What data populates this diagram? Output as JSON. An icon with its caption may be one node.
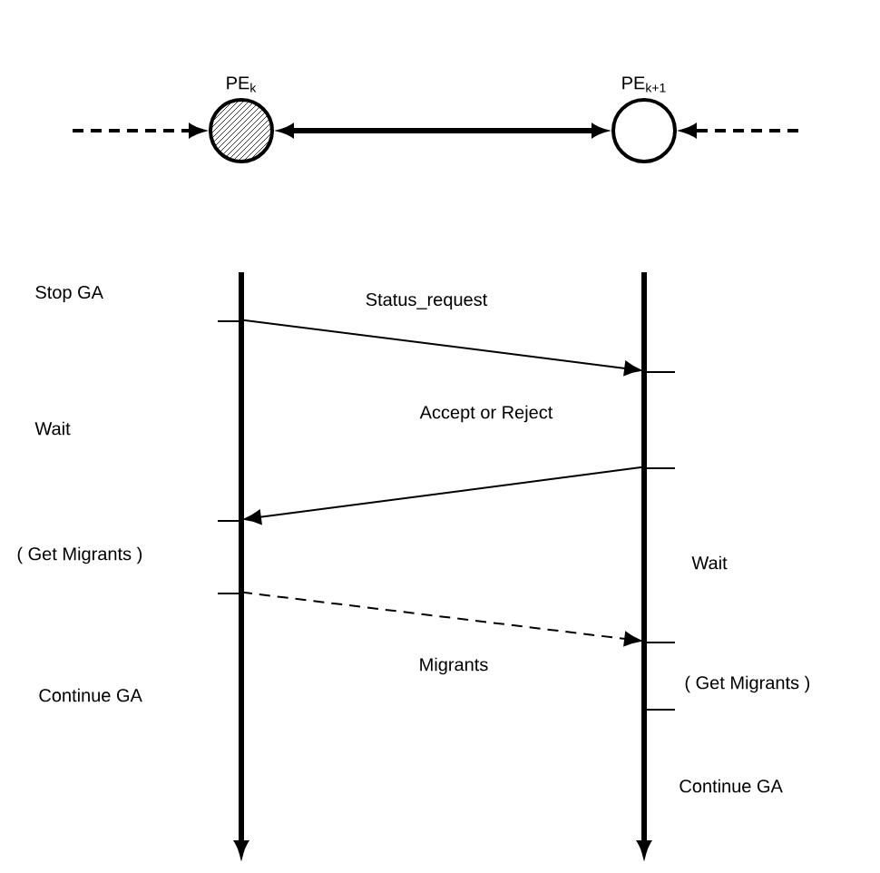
{
  "diagram": {
    "nodes": [
      {
        "text": [
          "PE$_{k}$"
        ]
      },
      {
        "text": [
          "PE$_{k+1}$"
        ]
      },
      {
        "text": [],
        "shape": "bar"
      },
      {
        "text": [],
        "shape": "bar"
      }
    ],
    "edges": [
      {
        "from": null,
        "to": 0,
        "arrow": "to",
        "style": "dashed"
      },
      {
        "from": null,
        "to": 1,
        "arrow": "to",
        "style": "dashed"
      },
      {
        "from": 0,
        "to": 1,
        "arrow": "both",
        "style": "thick"
      },
      {
        "from": 2,
        "to": 3,
        "arrow": "to",
        "label": "Status_request"
      },
      {
        "from": 3,
        "to": 2,
        "arrow": "to",
        "label": "Accept or Reject"
      },
      {
        "from": 2,
        "to": 3,
        "arrow": "to",
        "label": "Migrants",
        "style": "dashed"
      }
    ],
    "labels": [
      "Stop GA",
      "Wait",
      "( Get Migrants )",
      "Wait",
      "Continue GA",
      "( Get Migrants )",
      "Continue GA"
    ]
  }
}
